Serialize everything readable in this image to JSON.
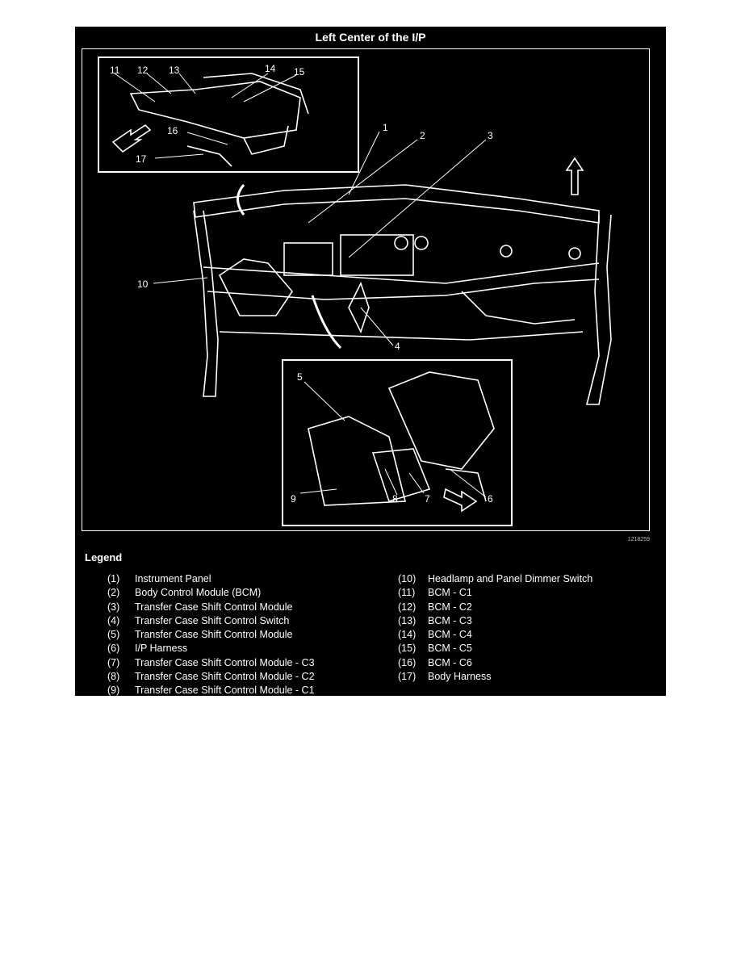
{
  "figure": {
    "title": "Left Center of the I/P",
    "figure_code": "1218259",
    "callouts": [
      "1",
      "2",
      "3",
      "4",
      "5",
      "6",
      "7",
      "8",
      "9",
      "10",
      "11",
      "12",
      "13",
      "14",
      "15",
      "16",
      "17"
    ]
  },
  "legend": {
    "title": "Legend",
    "left_items": [
      {
        "num": "(1)",
        "label": "Instrument Panel"
      },
      {
        "num": "(2)",
        "label": "Body Control Module (BCM)"
      },
      {
        "num": "(3)",
        "label": "Transfer Case Shift Control Module"
      },
      {
        "num": "(4)",
        "label": "Transfer Case Shift Control Switch"
      },
      {
        "num": "(5)",
        "label": "Transfer Case Shift Control Module"
      },
      {
        "num": "(6)",
        "label": "I/P Harness"
      },
      {
        "num": "(7)",
        "label": "Transfer Case Shift Control Module - C3"
      },
      {
        "num": "(8)",
        "label": "Transfer Case Shift Control Module - C2"
      },
      {
        "num": "(9)",
        "label": "Transfer Case Shift Control Module - C1"
      }
    ],
    "right_items": [
      {
        "num": "(10)",
        "label": "Headlamp and Panel Dimmer Switch"
      },
      {
        "num": "(11)",
        "label": "BCM - C1"
      },
      {
        "num": "(12)",
        "label": "BCM - C2"
      },
      {
        "num": "(13)",
        "label": "BCM - C3"
      },
      {
        "num": "(14)",
        "label": "BCM - C4"
      },
      {
        "num": "(15)",
        "label": "BCM - C5"
      },
      {
        "num": "(16)",
        "label": "BCM - C6"
      },
      {
        "num": "(17)",
        "label": "Body Harness"
      }
    ]
  }
}
